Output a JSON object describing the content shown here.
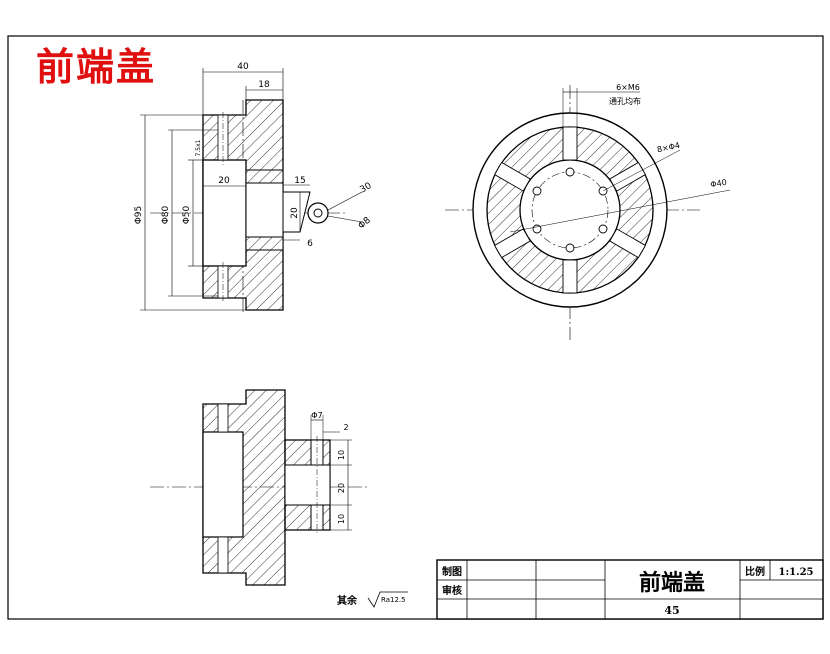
{
  "title": "前端盖",
  "top_view_dims": {
    "d40": "40",
    "d18": "18",
    "phi95": "Φ95",
    "phi80": "Φ80",
    "phi50": "Φ50",
    "d20": "20",
    "d15": "15",
    "d20b": "20",
    "d6": "6",
    "d30": "30",
    "phi8": "Φ8",
    "small": "7.5x1"
  },
  "right_view_dims": {
    "holes_label": "6×M6",
    "holes_note": "通孔均布",
    "pcd_label": "8×Φ4",
    "phi40": "Φ40"
  },
  "section_view_dims": {
    "phi7": "Φ7",
    "d2": "2",
    "d10a": "10",
    "d20": "20",
    "d10b": "10"
  },
  "roughness_note": {
    "prefix": "其余",
    "value": "Ra12.5"
  },
  "title_block": {
    "drawn_label": "制图",
    "checked_label": "审核",
    "part_name": "前端盖",
    "scale_label": "比例",
    "scale_value": "1:1.25",
    "material": "45"
  }
}
